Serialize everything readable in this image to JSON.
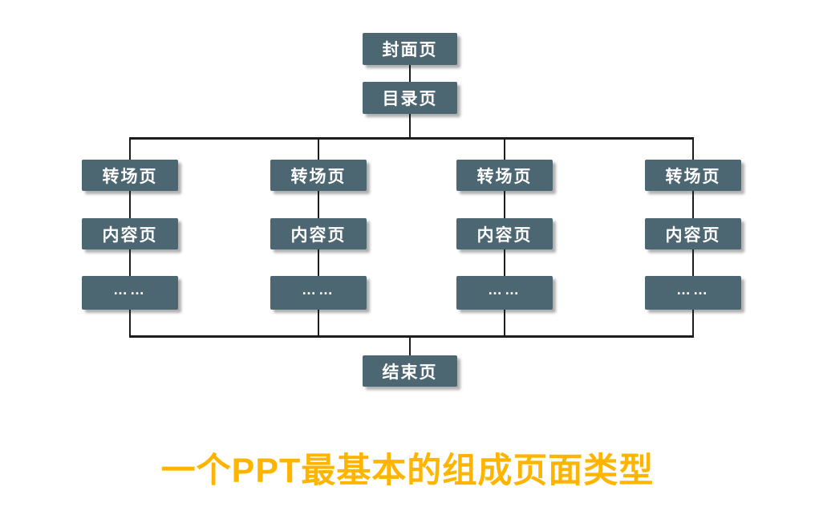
{
  "diagram": {
    "nodes": {
      "cover": "封面页",
      "toc": "目录页",
      "end": "结束页"
    },
    "columns": [
      {
        "transition": "转场页",
        "content": "内容页",
        "more": "……"
      },
      {
        "transition": "转场页",
        "content": "内容页",
        "more": "……"
      },
      {
        "transition": "转场页",
        "content": "内容页",
        "more": "……"
      },
      {
        "transition": "转场页",
        "content": "内容页",
        "more": "……"
      }
    ],
    "caption": "一个PPT最基本的组成页面类型",
    "colors": {
      "box_fill": "#4C6672",
      "box_text": "#FFFFFF",
      "connector": "#1C1C1C",
      "caption_accent": "#FFB400",
      "background": "#FFFFFF"
    }
  }
}
